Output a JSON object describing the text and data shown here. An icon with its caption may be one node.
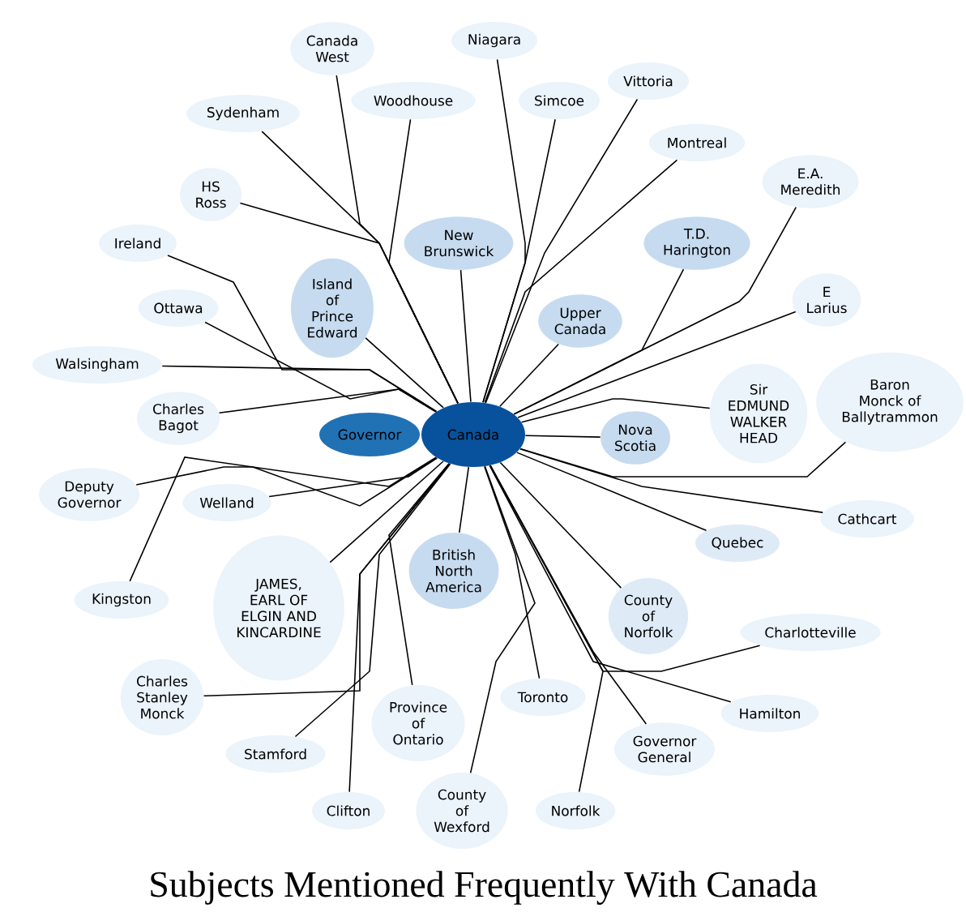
{
  "diagram": {
    "title": "Subjects Mentioned Frequently With Canada",
    "nodes": [
      {
        "text": [
          "Niagara"
        ]
      },
      {
        "text": [
          "Canada West"
        ]
      },
      {
        "text": [
          "Woodhouse"
        ]
      },
      {
        "text": [
          "Vittoria"
        ]
      },
      {
        "text": [
          "Simcoe"
        ]
      },
      {
        "text": [
          "Sydenham"
        ]
      },
      {
        "text": [
          "Montreal"
        ]
      },
      {
        "text": [
          "HS Ross"
        ]
      },
      {
        "text": [
          "E.A. Meredith"
        ]
      },
      {
        "text": [
          "Ireland"
        ]
      },
      {
        "text": [
          "New Brunswick"
        ]
      },
      {
        "text": [
          "T.D. Harington"
        ]
      },
      {
        "text": [
          "Ottawa"
        ]
      },
      {
        "text": [
          "E Larius"
        ]
      },
      {
        "text": [
          "Island of Prince Edward"
        ]
      },
      {
        "text": [
          "Upper Canada"
        ]
      },
      {
        "text": [
          "Walsingham"
        ]
      },
      {
        "text": [
          "Baron Monck of Ballytrammon"
        ]
      },
      {
        "text": [
          "Charles Bagot"
        ]
      },
      {
        "text": [
          "Sir EDMUND WALKER HEAD"
        ]
      },
      {
        "text": [
          "Nova Scotia"
        ]
      },
      {
        "text": [
          "Governor"
        ]
      },
      {
        "text": [
          "Canada"
        ]
      },
      {
        "text": [
          "Welland"
        ]
      },
      {
        "text": [
          "Deputy Governor"
        ]
      },
      {
        "text": [
          "Cathcart"
        ]
      },
      {
        "text": [
          "Quebec"
        ]
      },
      {
        "text": [
          "British North America"
        ]
      },
      {
        "text": [
          "JAMES, EARL OF ELGIN AND KINCARDINE"
        ]
      },
      {
        "text": [
          "Kingston"
        ]
      },
      {
        "text": [
          "County of Norfolk"
        ]
      },
      {
        "text": [
          "Charlotteville"
        ]
      },
      {
        "text": [
          "Charles Stanley Monck"
        ]
      },
      {
        "text": [
          "Toronto"
        ]
      },
      {
        "text": [
          "Province of Ontario"
        ]
      },
      {
        "text": [
          "Hamilton"
        ]
      },
      {
        "text": [
          "Stamford"
        ]
      },
      {
        "text": [
          "Governor General"
        ]
      },
      {
        "text": [
          "Clifton"
        ]
      },
      {
        "text": [
          "Norfolk"
        ]
      },
      {
        "text": [
          "County of Wexford"
        ]
      }
    ],
    "edges": [
      {
        "from": 22,
        "to": 0,
        "arrow": "none"
      },
      {
        "from": 22,
        "to": 1,
        "arrow": "none"
      },
      {
        "from": 22,
        "to": 2,
        "arrow": "none"
      },
      {
        "from": 22,
        "to": 3,
        "arrow": "none"
      },
      {
        "from": 22,
        "to": 4,
        "arrow": "none"
      },
      {
        "from": 22,
        "to": 5,
        "arrow": "none"
      },
      {
        "from": 22,
        "to": 6,
        "arrow": "none"
      },
      {
        "from": 22,
        "to": 7,
        "arrow": "none"
      },
      {
        "from": 22,
        "to": 8,
        "arrow": "none"
      },
      {
        "from": 22,
        "to": 9,
        "arrow": "none"
      },
      {
        "from": 22,
        "to": 10,
        "arrow": "none"
      },
      {
        "from": 22,
        "to": 11,
        "arrow": "none"
      },
      {
        "from": 22,
        "to": 12,
        "arrow": "none"
      },
      {
        "from": 22,
        "to": 13,
        "arrow": "none"
      },
      {
        "from": 22,
        "to": 14,
        "arrow": "none"
      },
      {
        "from": 22,
        "to": 15,
        "arrow": "none"
      },
      {
        "from": 22,
        "to": 16,
        "arrow": "none"
      },
      {
        "from": 22,
        "to": 17,
        "arrow": "none"
      },
      {
        "from": 22,
        "to": 18,
        "arrow": "none"
      },
      {
        "from": 22,
        "to": 19,
        "arrow": "none"
      },
      {
        "from": 22,
        "to": 20,
        "arrow": "none"
      },
      {
        "from": 22,
        "to": 23,
        "arrow": "none"
      },
      {
        "from": 22,
        "to": 24,
        "arrow": "none"
      },
      {
        "from": 22,
        "to": 25,
        "arrow": "none"
      },
      {
        "from": 22,
        "to": 26,
        "arrow": "none"
      },
      {
        "from": 22,
        "to": 27,
        "arrow": "none"
      },
      {
        "from": 22,
        "to": 28,
        "arrow": "none"
      },
      {
        "from": 22,
        "to": 29,
        "arrow": "none"
      },
      {
        "from": 22,
        "to": 30,
        "arrow": "none"
      },
      {
        "from": 22,
        "to": 31,
        "arrow": "none"
      },
      {
        "from": 22,
        "to": 32,
        "arrow": "none"
      },
      {
        "from": 22,
        "to": 33,
        "arrow": "none"
      },
      {
        "from": 22,
        "to": 34,
        "arrow": "none"
      },
      {
        "from": 22,
        "to": 35,
        "arrow": "none"
      },
      {
        "from": 22,
        "to": 36,
        "arrow": "none"
      },
      {
        "from": 22,
        "to": 37,
        "arrow": "none"
      },
      {
        "from": 22,
        "to": 38,
        "arrow": "none"
      },
      {
        "from": 22,
        "to": 39,
        "arrow": "none"
      },
      {
        "from": 22,
        "to": 40,
        "arrow": "none"
      }
    ]
  }
}
